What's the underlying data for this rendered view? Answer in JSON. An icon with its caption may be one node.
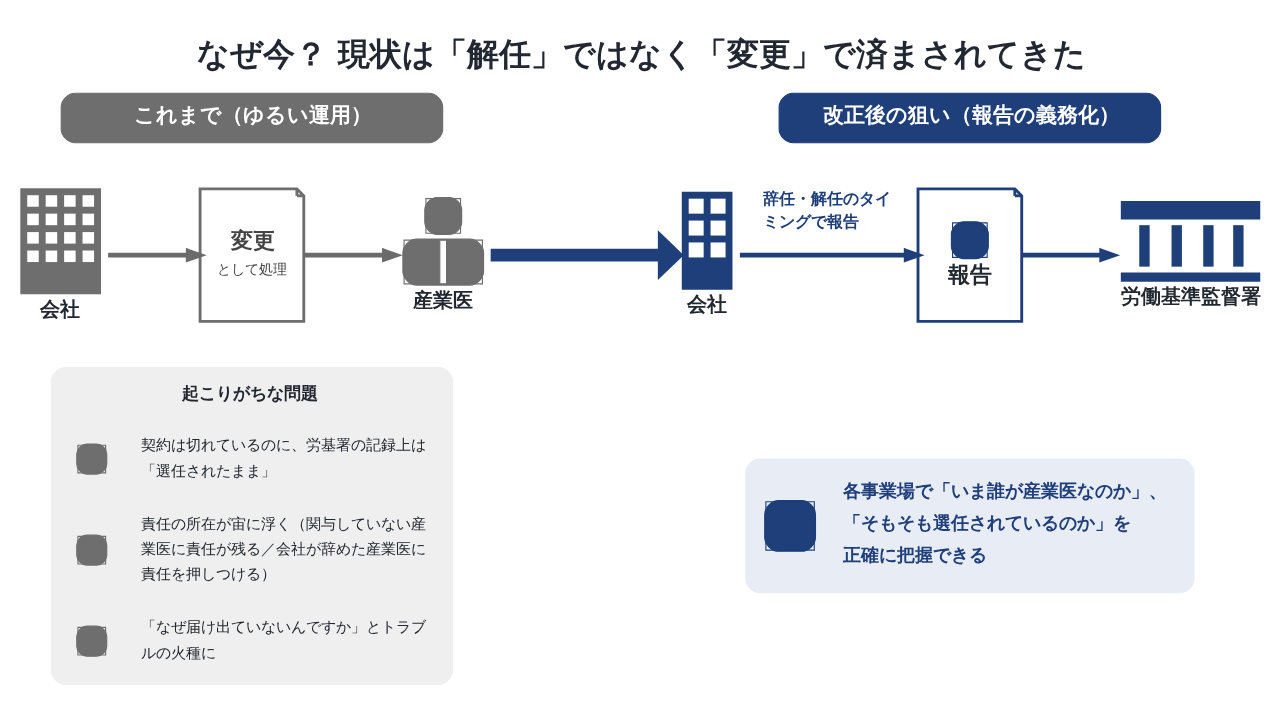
{
  "diagram": {
    "title": "なぜ今？ 現状は「解任」ではなく「変更」で済まされてきた",
    "nodes": [
      {
        "text": [
          "これまで（ゆるい運用）"
        ]
      },
      {
        "text": [
          "会社"
        ]
      },
      {
        "text": [
          "変更",
          "として処理"
        ]
      },
      {
        "text": [
          "産業医"
        ]
      },
      {
        "text": [
          "起こりがちな問題",
          "契約は切れているのに、労基署の記録上は「選任されたまま」",
          "責任の所在が宙に浮く（関与していない産業医に責任が残る／会社が辞めた産業医に責任を押しつける）",
          "「なぜ届け出ていないんですか」とトラブルの火種に"
        ]
      },
      {
        "text": [
          "改正後の狙い（報告の義務化）"
        ]
      },
      {
        "text": [
          "会社"
        ]
      },
      {
        "text": [
          "報告"
        ]
      },
      {
        "text": [
          "労働基準監督署"
        ]
      },
      {
        "text": [
          "各事業場で「いま誰が産業医なのか」、「そもそも選任されているのか」を正確に把握できる"
        ]
      }
    ],
    "edges": [
      {
        "from": 1,
        "to": 2,
        "arrow": "to",
        "color": "#6b6b6b"
      },
      {
        "from": 2,
        "to": 3,
        "arrow": "to",
        "color": "#6b6b6b"
      },
      {
        "from": 3,
        "to": 6,
        "arrow": "to",
        "style": "thick"
      },
      {
        "from": 6,
        "to": 7,
        "arrow": "to",
        "label": "辞任・解任のタイミングで報告"
      },
      {
        "from": 7,
        "to": 8,
        "arrow": "to"
      }
    ]
  }
}
